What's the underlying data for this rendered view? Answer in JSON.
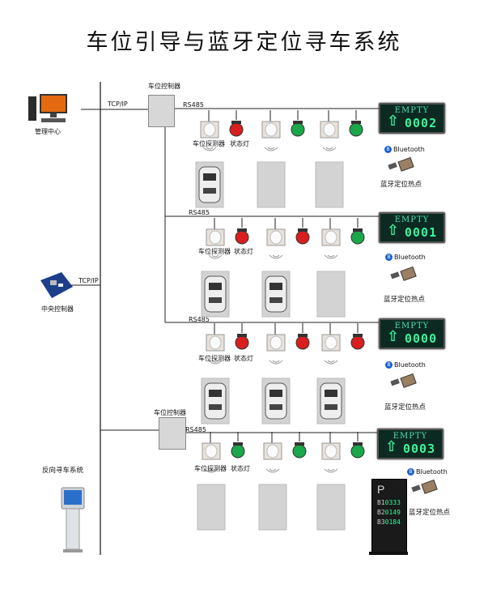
{
  "title": "车位引导与蓝牙定位寻车系统",
  "labels": {
    "management": "管理中心",
    "central": "中央控制器",
    "reverse": "反向寻车系统",
    "controller": "车位控制器",
    "tcpip": "TCP/IP",
    "rs485": "RS485",
    "detector": "车位探测器",
    "lamp": "状态灯",
    "bluetooth": "Bluetooth",
    "hotspot": "蓝牙定位热点"
  },
  "signs": [
    {
      "text": "EMPTY",
      "number": "0002"
    },
    {
      "text": "EMPTY",
      "number": "0001"
    },
    {
      "text": "EMPTY",
      "number": "0000"
    },
    {
      "text": "EMPTY",
      "number": "0003"
    }
  ],
  "pole": {
    "letter": "P",
    "rows": [
      {
        "k": "B1",
        "v": "0333"
      },
      {
        "k": "B2",
        "v": "0149"
      },
      {
        "k": "B3",
        "v": "0184"
      }
    ]
  },
  "colors": {
    "red": "#d81e1e",
    "green": "#1aa84a",
    "sign_bg": "#0c2a22",
    "sign_text": "#3cf59a"
  }
}
